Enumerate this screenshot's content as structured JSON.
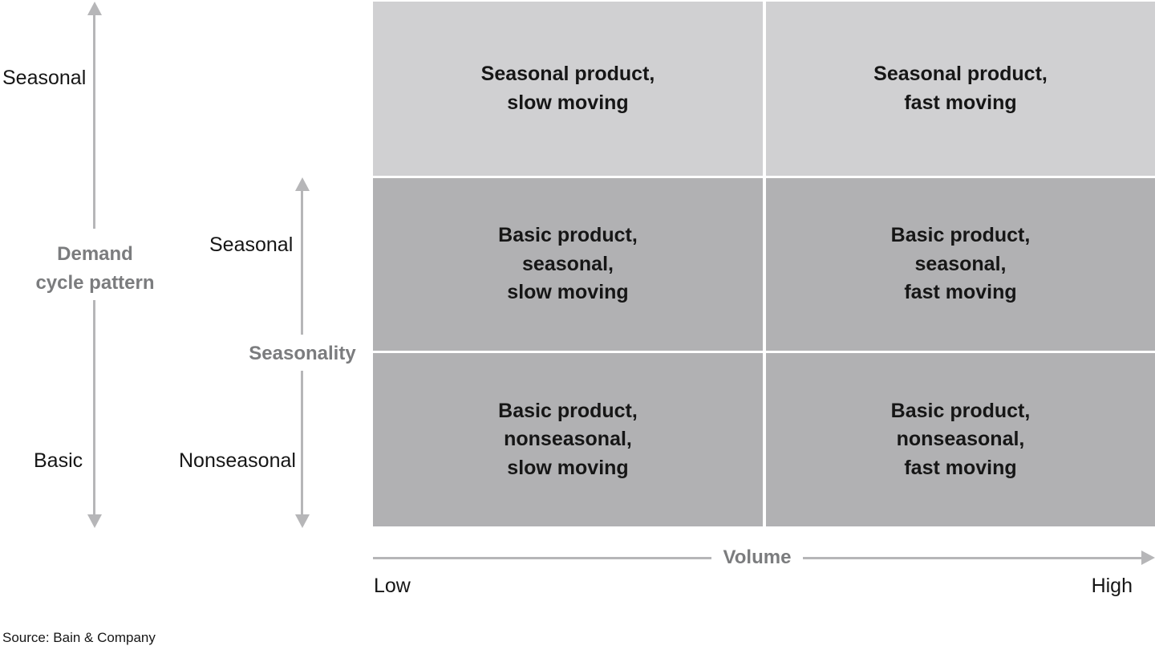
{
  "colors": {
    "cell_light": "#d0d0d2",
    "cell_dark": "#b1b1b3",
    "arrow": "#b6b6b8",
    "gray_label": "#7b7c7e",
    "ink": "#161616"
  },
  "axes": {
    "demand_cycle": {
      "title": "Demand\ncycle pattern",
      "top_label": "Seasonal",
      "bottom_label": "Basic"
    },
    "seasonality": {
      "title": "Seasonality",
      "top_label": "Seasonal",
      "bottom_label": "Nonseasonal"
    },
    "volume": {
      "title": "Volume",
      "left_label": "Low",
      "right_label": "High"
    }
  },
  "matrix": {
    "rows": 3,
    "columns": 2,
    "cells": [
      {
        "label": "Seasonal product,\nslow moving"
      },
      {
        "label": "Seasonal product,\nfast moving"
      },
      {
        "label": "Basic product,\nseasonal,\nslow moving"
      },
      {
        "label": "Basic product,\nseasonal,\nfast moving"
      },
      {
        "label": "Basic product,\nnonseasonal,\nslow moving"
      },
      {
        "label": "Basic product,\nnonseasonal,\nfast moving"
      }
    ]
  },
  "source": "Source: Bain & Company"
}
